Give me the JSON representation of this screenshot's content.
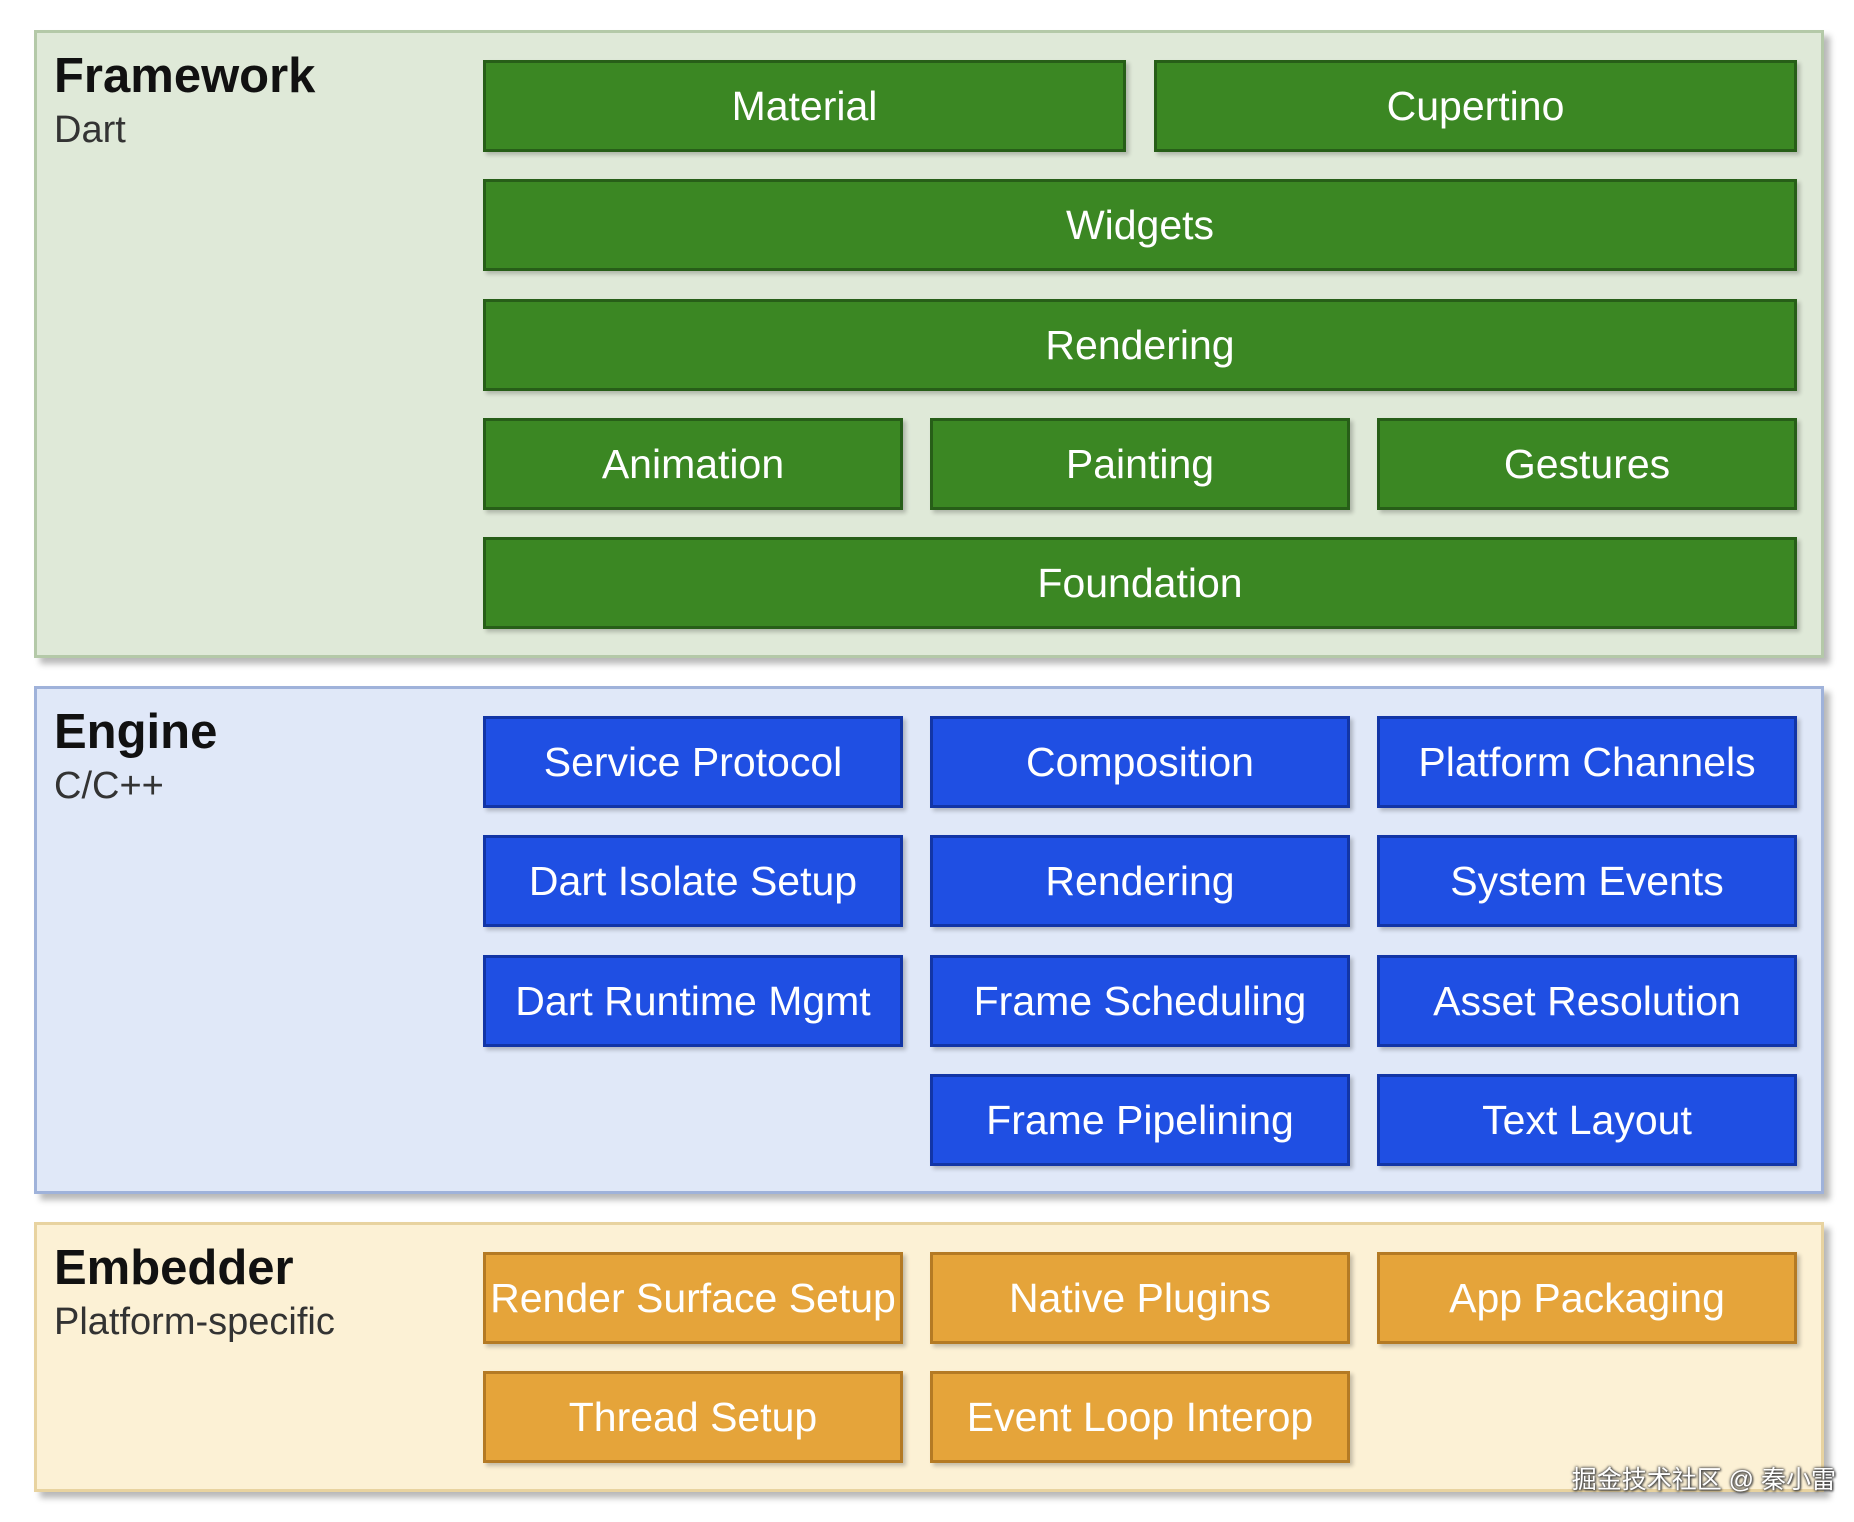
{
  "colors": {
    "framework_bg": "#dfe9d8",
    "framework_border": "#b4c9a8",
    "framework_box": "#3b8723",
    "engine_bg": "#e0e8f8",
    "engine_border": "#9fb2da",
    "engine_box": "#1f4fe3",
    "embedder_bg": "#fcf1d5",
    "embedder_border": "#e8d3a0",
    "embedder_box": "#e5a43a"
  },
  "framework": {
    "title": "Framework",
    "subtitle": "Dart",
    "rows": [
      [
        "Material",
        "Cupertino"
      ],
      [
        "Widgets"
      ],
      [
        "Rendering"
      ],
      [
        "Animation",
        "Painting",
        "Gestures"
      ],
      [
        "Foundation"
      ]
    ]
  },
  "engine": {
    "title": "Engine",
    "subtitle": "C/C++",
    "rows": [
      [
        "Service Protocol",
        "Composition",
        "Platform Channels"
      ],
      [
        "Dart Isolate Setup",
        "Rendering",
        "System Events"
      ],
      [
        "Dart Runtime Mgmt",
        "Frame Scheduling",
        "Asset Resolution"
      ],
      [
        "Frame Pipelining",
        "Text Layout"
      ]
    ]
  },
  "embedder": {
    "title": "Embedder",
    "subtitle": "Platform-specific",
    "rows": [
      [
        "Render Surface Setup",
        "Native Plugins",
        "App Packaging"
      ],
      [
        "Thread Setup",
        "Event Loop Interop"
      ]
    ]
  },
  "watermark": "掘金技术社区 @ 秦小雷"
}
